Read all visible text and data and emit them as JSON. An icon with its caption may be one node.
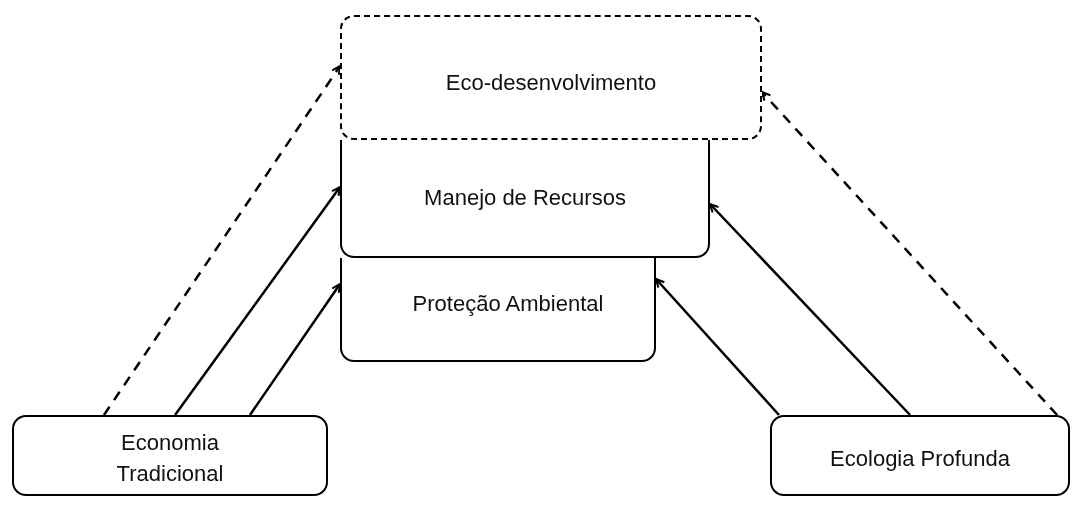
{
  "diagram": {
    "nodes": [
      {
        "text": [
          "Eco-desenvolvimento"
        ]
      },
      {
        "text": [
          "Manejo de Recursos"
        ]
      },
      {
        "text": [
          "Proteção Ambiental"
        ]
      },
      {
        "text": [
          "Economia Tradicional"
        ]
      },
      {
        "text": [
          "Ecologia Profunda"
        ]
      }
    ],
    "edges": [
      {
        "from": 3,
        "to": 0,
        "arrow": "to",
        "style": "dashed"
      },
      {
        "from": 3,
        "to": 1,
        "arrow": "to"
      },
      {
        "from": 3,
        "to": 2,
        "arrow": "to"
      },
      {
        "from": 4,
        "to": 2,
        "arrow": "to"
      },
      {
        "from": 4,
        "to": 1,
        "arrow": "to"
      },
      {
        "from": 4,
        "to": 0,
        "arrow": "to",
        "style": "dashed"
      }
    ]
  }
}
